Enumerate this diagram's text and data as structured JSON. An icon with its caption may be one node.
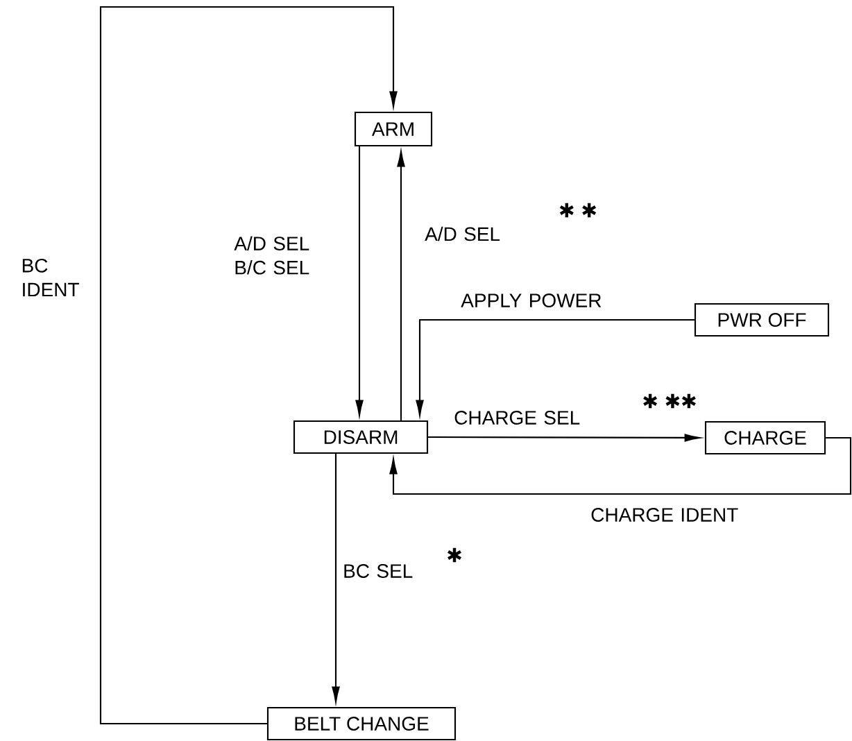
{
  "diagram": {
    "nodes": [
      {
        "text": [
          "ARM"
        ]
      },
      {
        "text": [
          "PWR OFF"
        ]
      },
      {
        "text": [
          "DISARM"
        ]
      },
      {
        "text": [
          "CHARGE"
        ]
      },
      {
        "text": [
          "BELT CHANGE"
        ]
      }
    ],
    "edges": [
      {
        "from": 0,
        "to": 2,
        "arrow": "to",
        "label": "A/D SEL B/C SEL"
      },
      {
        "from": 2,
        "to": 0,
        "arrow": "to",
        "label": "A/D SEL"
      },
      {
        "from": 1,
        "to": 2,
        "arrow": "to",
        "label": "APPLY POWER"
      },
      {
        "from": 2,
        "to": 3,
        "arrow": "to",
        "label": "CHARGE SEL"
      },
      {
        "from": 3,
        "to": 2,
        "arrow": "to",
        "label": "CHARGE IDENT"
      },
      {
        "from": 2,
        "to": 4,
        "arrow": "to",
        "label": "BC SEL"
      },
      {
        "from": 4,
        "to": 0,
        "arrow": "to",
        "label": "BC IDENT"
      }
    ],
    "labels": [
      "✱ ✱",
      "✱ ✱✱",
      "✱"
    ]
  }
}
